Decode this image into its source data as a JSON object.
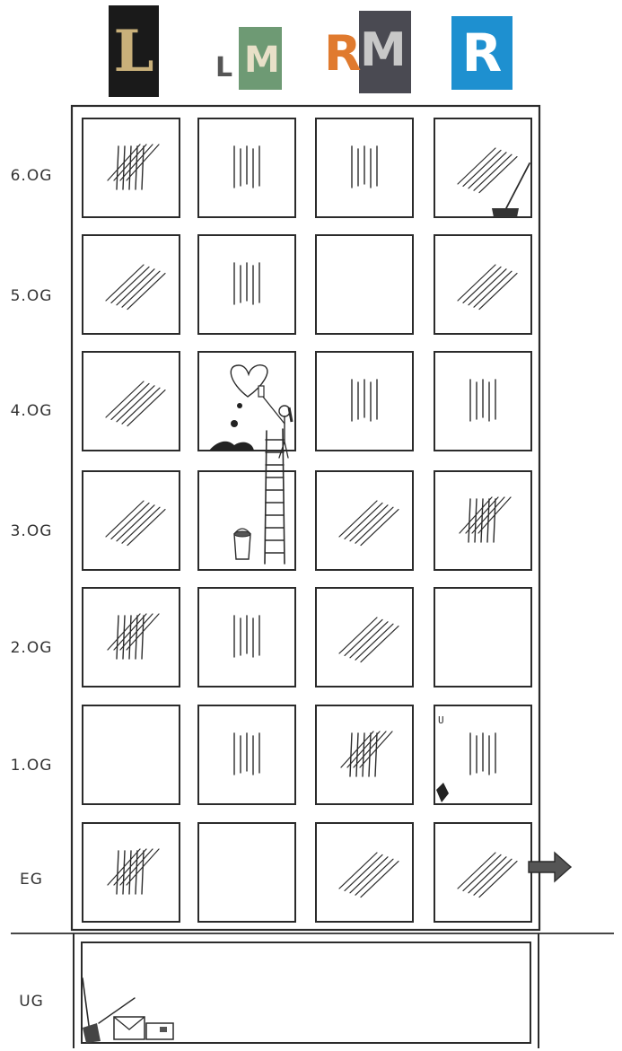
{
  "columns": [
    {
      "label": "L",
      "style": "dark"
    },
    {
      "label": "LM",
      "style": "green"
    },
    {
      "label": "RM",
      "style": "orange-gray"
    },
    {
      "label": "R",
      "style": "blue"
    }
  ],
  "floors": [
    {
      "label": "6.OG",
      "windows": [
        "cross",
        "vertical",
        "vertical",
        "diagonal"
      ]
    },
    {
      "label": "5.OG",
      "windows": [
        "diagonal",
        "vertical",
        "empty",
        "diagonal"
      ]
    },
    {
      "label": "4.OG",
      "windows": [
        "diagonal",
        "painter",
        "vertical",
        "vertical"
      ]
    },
    {
      "label": "3.OG",
      "windows": [
        "diagonal",
        "bucket",
        "diagonal",
        "cross"
      ]
    },
    {
      "label": "2.OG",
      "windows": [
        "cross",
        "vertical",
        "diagonal",
        "empty"
      ]
    },
    {
      "label": "1.OG",
      "windows": [
        "empty",
        "vertical",
        "cross",
        "vertical"
      ]
    },
    {
      "label": "EG",
      "windows": [
        "cross",
        "empty",
        "diagonal",
        "diagonal"
      ]
    }
  ],
  "basement": {
    "label": "UG"
  },
  "colors": {
    "ink": "#2b2b2b",
    "dark_tile": "#1a1a1a",
    "gold": "#b8a060",
    "green": "#6e9a74",
    "orange": "#e07a2e",
    "gray_tile": "#4a4a52",
    "blue": "#1e90d0"
  }
}
